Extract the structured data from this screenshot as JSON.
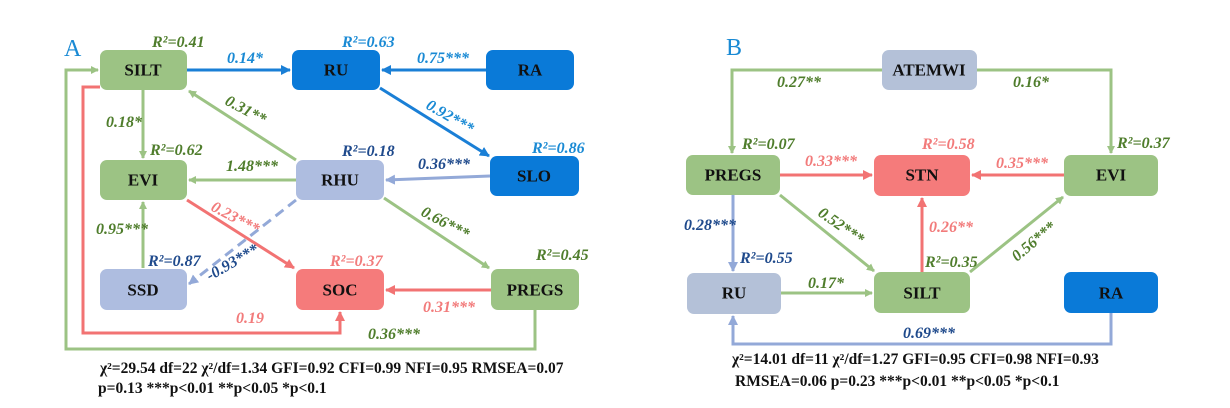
{
  "panelA": {
    "label": "A",
    "nodes": {
      "silt": "SILT",
      "ru": "RU",
      "ra": "RA",
      "evi": "EVI",
      "rhu": "RHU",
      "slo": "SLO",
      "ssd": "SSD",
      "soc": "SOC",
      "pregs": "PREGS"
    },
    "r2": {
      "silt": "R²=0.41",
      "ru": "R²=0.63",
      "slo": "R²=0.86",
      "rhu": "R²=0.18",
      "evi": "R²=0.62",
      "ssd": "R²=0.87",
      "soc": "R²=0.37",
      "pregs": "R²=0.45"
    },
    "coef": {
      "silt_ru": "0.14*",
      "ra_ru": "0.75***",
      "ru_slo": "0.92***",
      "slo_rhu": "0.36***",
      "rhu_silt": "0.31**",
      "rhu_evi": "1.48***",
      "silt_evi": "0.18*",
      "evi_soc": "0.23***",
      "rhu_pregs": "0.66***",
      "ssd_evi": "0.95***",
      "rhu_ssd": "-0.93***",
      "pregs_soc": "0.31***",
      "silt_soc": "0.19",
      "pregs_silt": "0.36***"
    },
    "stats": [
      "χ²=29.54 df=22 χ²/df=1.34   GFI=0.92 CFI=0.99 NFI=0.95 RMSEA=0.07",
      "p=0.13 ***p<0.01 **p<0.05  *p<0.1"
    ]
  },
  "panelB": {
    "label": "B",
    "nodes": {
      "atemwi": "ATEMWI",
      "pregs": "PREGS",
      "stn": "STN",
      "evi": "EVI",
      "ru": "RU",
      "silt": "SILT",
      "ra": "RA"
    },
    "r2": {
      "pregs": "R²=0.07",
      "stn": "R²=0.58",
      "evi": "R²=0.37",
      "silt": "R²=0.35",
      "ru": "R²=0.55"
    },
    "coef": {
      "atemwi_pregs": "0.27**",
      "atemwi_evi": "0.16*",
      "pregs_stn": "0.33***",
      "evi_stn": "0.35***",
      "pregs_ru": "0.28***",
      "pregs_silt": "0.52***",
      "silt_stn": "0.26**",
      "silt_evi": "0.56***",
      "ru_silt": "0.17*",
      "ra_ru": "0.69***"
    },
    "stats": [
      "χ²=14.01  df=11 χ²/df=1.27   GFI=0.95  CFI=0.98 NFI=0.93",
      "RMSEA=0.06   p=0.23   ***p<0.01 **p<0.05  *p<0.1"
    ]
  },
  "colors": {
    "green": "#9cc384",
    "blue": "#0a7ad8",
    "lightblue": "#aebde0",
    "red": "#f57b7b",
    "gray": "#b4c1d8"
  }
}
